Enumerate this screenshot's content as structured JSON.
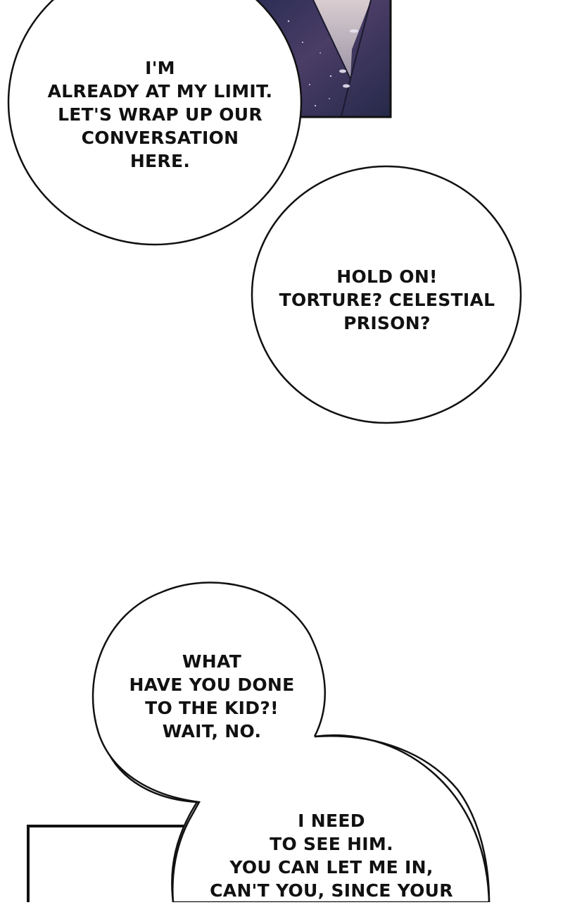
{
  "page": {
    "background": "#ffffff",
    "ink_color": "#111111"
  },
  "top_panel": {
    "description": "cropped art panel showing a figure in a dark starry robe over a pale background",
    "robe_color": "#2d2f55",
    "robe_highlight": "#6b5a7e",
    "inner_garment_color": "#b8aeb8",
    "frame_color": "#111111"
  },
  "bubbles": [
    {
      "id": "bubble-1",
      "lines": [
        "I'M",
        "ALREADY AT MY LIMIT.",
        "LET'S WRAP UP OUR",
        "CONVERSATION",
        "HERE."
      ]
    },
    {
      "id": "bubble-2",
      "lines": [
        "HOLD ON!",
        "TORTURE? CELESTIAL",
        "PRISON?"
      ]
    },
    {
      "id": "bubble-3",
      "lines": [
        "WHAT",
        "HAVE YOU DONE",
        "TO THE KID?!",
        "WAIT, NO."
      ]
    },
    {
      "id": "bubble-4",
      "lines": [
        "I NEED",
        "TO SEE HIM.",
        "YOU CAN LET ME IN,",
        "CAN'T YOU, SINCE YOUR"
      ]
    }
  ],
  "bottom_panel": {
    "frame_color": "#111111",
    "fill": "#ffffff"
  }
}
